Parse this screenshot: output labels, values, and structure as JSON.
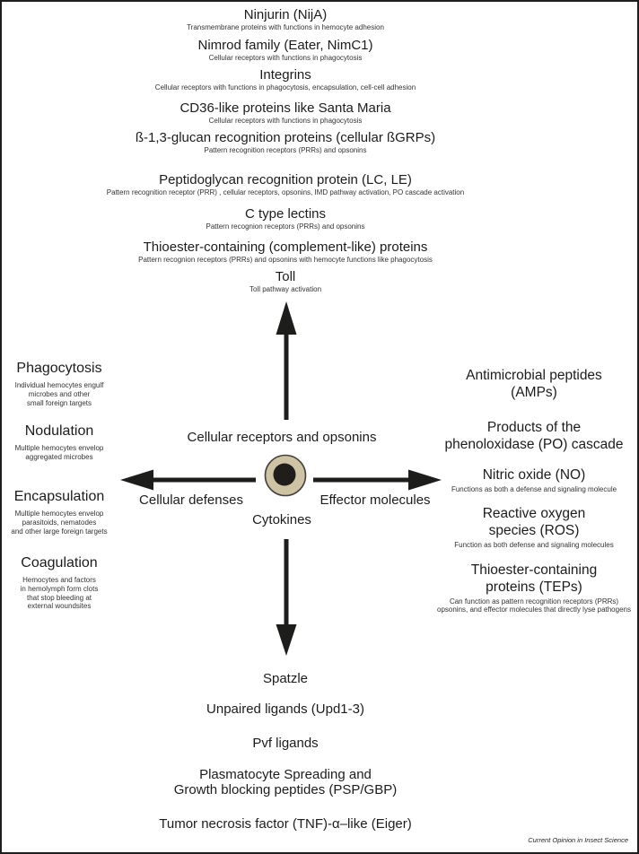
{
  "top_items": [
    {
      "title": "Ninjurin (NijA)",
      "sub": "Transmembrane proteins with functions in hemocyte adhesion"
    },
    {
      "title": "Nimrod family (Eater, NimC1)",
      "sub": "Cellular receptors with functions in phagocytosis"
    },
    {
      "title": "Integrins",
      "sub": "Cellular receptors with functions in phagocytosis, encapsulation, cell-cell adhesion"
    },
    {
      "title": "CD36-like proteins like Santa Maria",
      "sub": "Cellular receptors with functions in phagocytosis"
    },
    {
      "title": "ß-1,3-glucan recognition proteins (cellular ßGRPs)",
      "sub": "Pattern recognition receptors (PRRs) and opsonins"
    },
    {
      "title": "Peptidoglycan recognition protein (LC, LE)",
      "sub": "Pattern recognition receptor (PRR) , cellular receptors, opsonins, IMD pathway activation, PO cascade activation"
    },
    {
      "title": "C type lectins",
      "sub": "Pattern recognion receptors (PRRs) and opsonins"
    },
    {
      "title": "Thioester-containing (complement-like) proteins",
      "sub": "Pattern recognion receptors (PRRs) and opsonins with hemocyte functions like phagocytosis"
    },
    {
      "title": "Toll",
      "sub": "Toll pathway activation"
    }
  ],
  "left_items": [
    {
      "title": "Phagocytosis",
      "sub": "Individual hemocytes engulf\nmicrobes and other\nsmall foreign targets"
    },
    {
      "title": "Nodulation",
      "sub": "Multiple hemocytes envelop\naggregated microbes"
    },
    {
      "title": "Encapsulation",
      "sub": "Multiple hemocytes envelop\nparasitoids, nematodes\nand other large foreign targets"
    },
    {
      "title": "Coagulation",
      "sub": "Hemocytes and factors\nin hemolymph form clots\nthat stop bleeding at\nexternal woundsites"
    }
  ],
  "right_items": [
    {
      "title": "Antimicrobial peptides\n(AMPs)",
      "sub": ""
    },
    {
      "title": "Products of the\nphenoloxidase (PO) cascade",
      "sub": ""
    },
    {
      "title": "Nitric oxide (NO)",
      "sub": "Functions as both a defense and signaling molecule"
    },
    {
      "title": "Reactive oxygen\nspecies (ROS)",
      "sub": "Function as both defense and signaling molecules"
    },
    {
      "title": "Thioester-containing\nproteins (TEPs)",
      "sub": "Can function as pattern recognition receptors (PRRs)\nopsonins, and effector molecules that directly lyse pathogens"
    }
  ],
  "bottom_items": [
    {
      "title": "Spatzle"
    },
    {
      "title": "Unpaired ligands (Upd1-3)"
    },
    {
      "title": "Pvf ligands"
    },
    {
      "title": "Plasmatocyte Spreading and\nGrowth blocking peptides (PSP/GBP)"
    },
    {
      "title": "Tumor necrosis factor (TNF)-α–like (Eiger)"
    }
  ],
  "center": {
    "up_label": "Cellular receptors and opsonins",
    "left_label": "Cellular defenses",
    "right_label": "Effector molecules",
    "down_label": "Cytokines"
  },
  "caption": "Current Opinion in Insect Science",
  "colors": {
    "arrow": "#1d1d1b",
    "cell_fill": "#cfc3a6",
    "cell_stroke": "#45403a",
    "nucleus": "#211d1a"
  }
}
